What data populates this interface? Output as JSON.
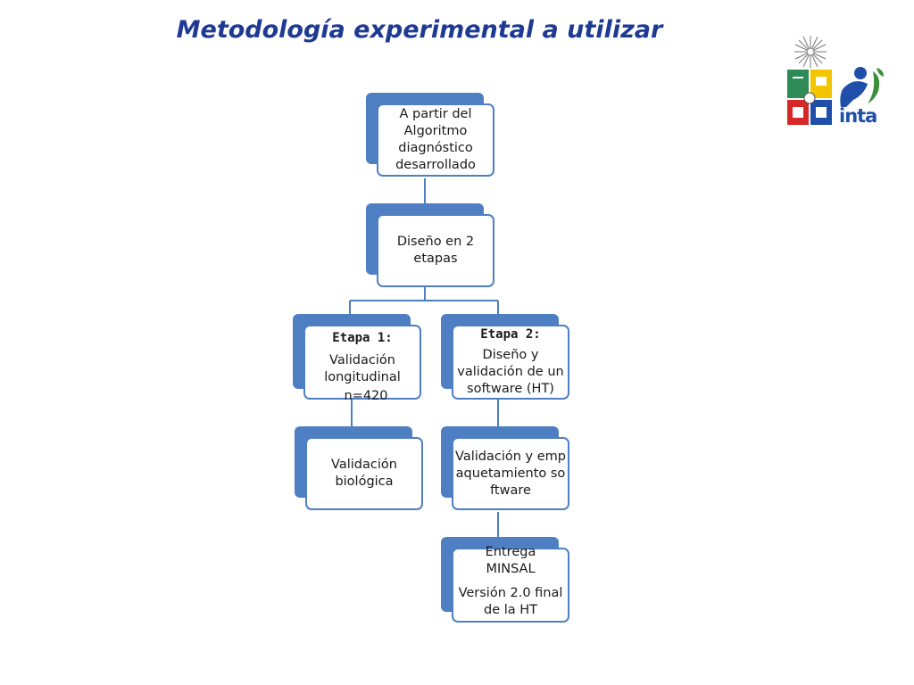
{
  "title": "Metodología experimental a utilizar",
  "nodes": {
    "root": {
      "text": "A partir del Algoritmo diagnóstico desarrollado"
    },
    "design": {
      "text": "Diseño en 2 etapas"
    },
    "stage1": {
      "label": "Etapa 1:",
      "text": "Validación longitudinal",
      "extra": "n=420"
    },
    "stage2": {
      "label": "Etapa 2:",
      "text": "Diseño y validación de un software (HT)"
    },
    "bio": {
      "text": "Validación biológica"
    },
    "packaging": {
      "text": "Validación y empaquetamiento software"
    },
    "delivery": {
      "line1": "Entrega",
      "line2": "MINSAL",
      "line3": "Versión 2.0 final de la HT"
    }
  },
  "logos": {
    "university_logo": "university-crest",
    "inta_logo_text": "inta"
  },
  "colors": {
    "title": "#1f3a93",
    "box_border": "#4f7fc3",
    "box_shadow": "#4f7fc3"
  }
}
